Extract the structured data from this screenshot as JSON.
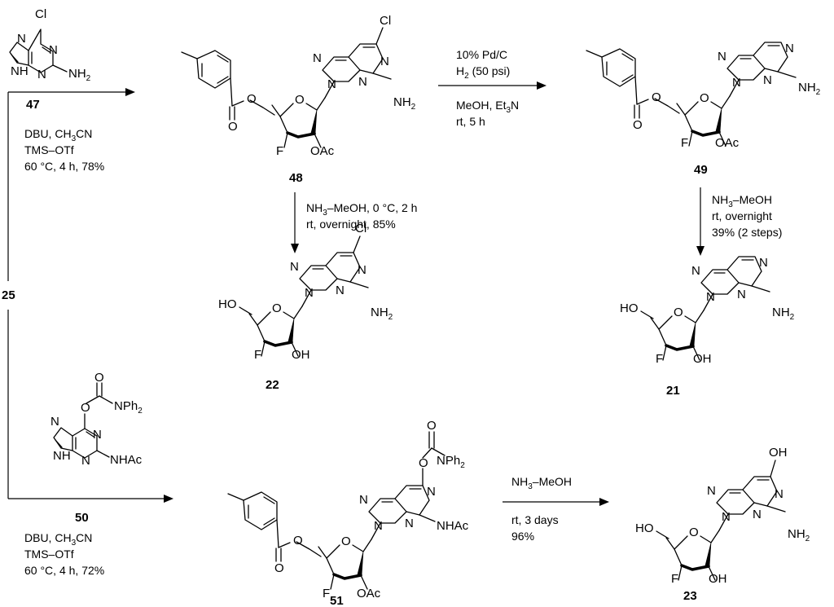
{
  "compounds": {
    "c47": {
      "number": "47"
    },
    "c25": {
      "number": "25"
    },
    "c48": {
      "number": "48"
    },
    "c49": {
      "number": "49"
    },
    "c22": {
      "number": "22"
    },
    "c21": {
      "number": "21"
    },
    "c50": {
      "number": "50"
    },
    "c51": {
      "number": "51"
    },
    "c23": {
      "number": "23"
    }
  },
  "conditions": {
    "step_47_25": [
      "DBU, CH3CN",
      "TMS–OTf",
      "60 °C, 4 h, 78%"
    ],
    "step_48_49_above": [
      "10% Pd/C",
      "H2 (50 psi)"
    ],
    "step_48_49_below": [
      "MeOH, Et3N",
      "rt, 5 h"
    ],
    "step_48_22": [
      "NH3–MeOH, 0 °C, 2 h",
      "rt, overnight, 85%"
    ],
    "step_49_21": [
      "NH3–MeOH",
      "rt, overnight",
      "39% (2 steps)"
    ],
    "step_50_25": [
      "DBU, CH3CN",
      "TMS–OTf",
      "60 °C, 4 h, 72%"
    ],
    "step_51_23_above": [
      "NH3–MeOH"
    ],
    "step_51_23_below": [
      "rt, 3 days",
      "96%"
    ]
  }
}
